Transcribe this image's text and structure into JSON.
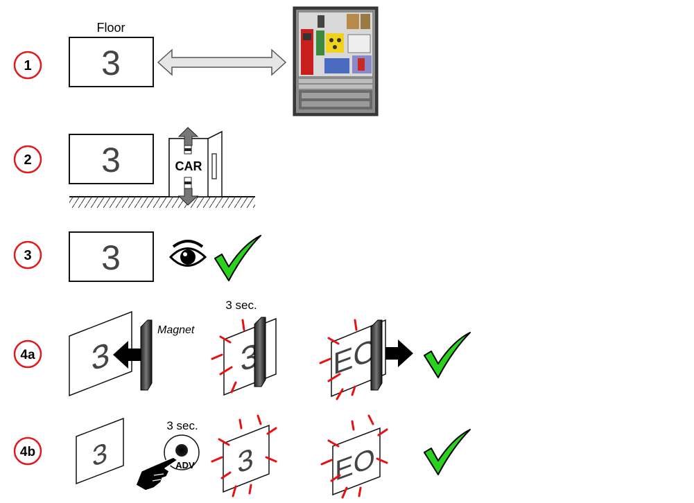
{
  "steps": [
    {
      "id": "1",
      "label": "1"
    },
    {
      "id": "2",
      "label": "2"
    },
    {
      "id": "3",
      "label": "3"
    },
    {
      "id": "4a",
      "label": "4a"
    },
    {
      "id": "4b",
      "label": "4b"
    }
  ],
  "floor_label": "Floor",
  "display_digit": "3",
  "car_label": "CAR",
  "magnet_label": "Magnet",
  "hold_time": "3 sec.",
  "eo_code": "EO",
  "button_label": "ADV",
  "colors": {
    "step_ring": "#e0191e",
    "check": "#2ad11e",
    "blink": "#e81010",
    "display_gray": "#444444"
  },
  "icons": [
    "controller-panel-image",
    "double-arrow-icon",
    "car-icon",
    "eye-icon",
    "check-icon",
    "magnet-icon",
    "arrow-left-icon",
    "arrow-right-icon",
    "hand-icon",
    "button-icon"
  ]
}
